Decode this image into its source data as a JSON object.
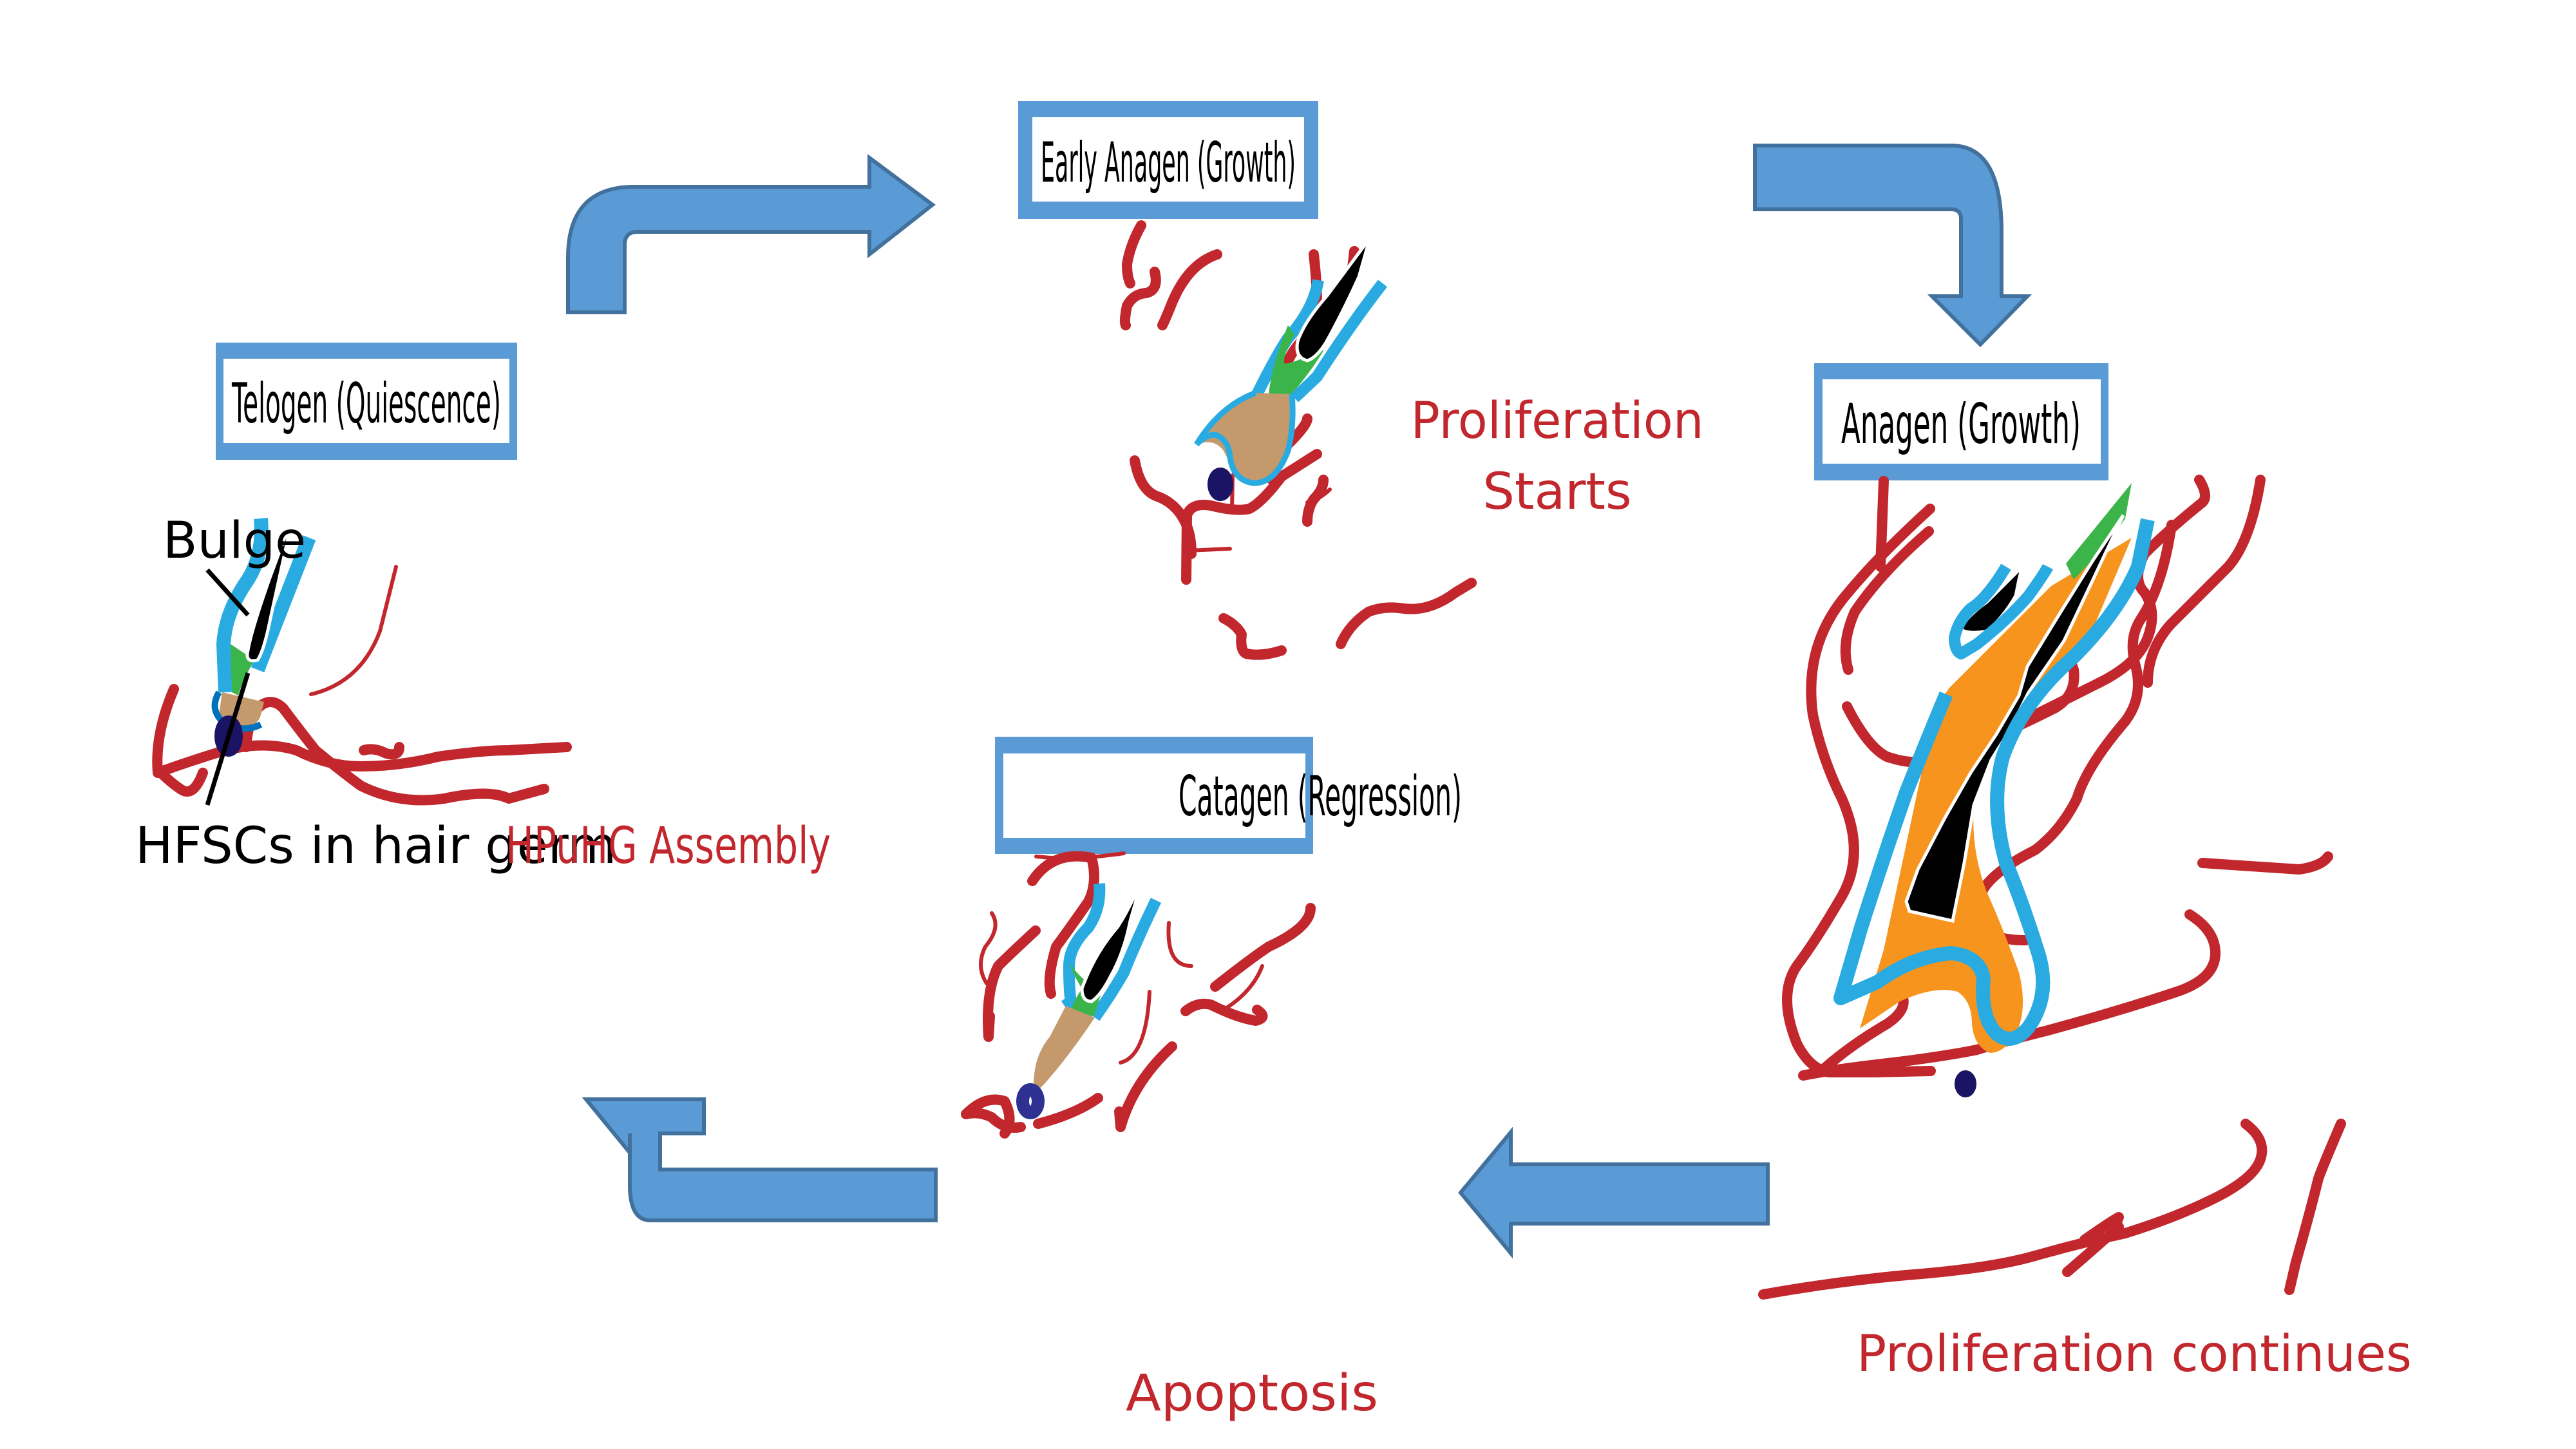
{
  "title": "Hair follicle cycle",
  "stages": {
    "telogen": "Telogen (Quiescence)",
    "early_anagen": "Early Anagen (Growth)",
    "anagen": "Anagen (Growth)",
    "catagen": "Catagen (Regression)"
  },
  "annotations": {
    "bulge": "Bulge",
    "hfscs": "HFSCs in hair germ",
    "hpuhg": "HPuHG Assembly",
    "proliferation_starts_line1": "Proliferation",
    "proliferation_starts_line2": "Starts",
    "proliferation_continues": "Proliferation continues",
    "apoptosis": "Apoptosis"
  },
  "cycle_order": [
    "Telogen (Quiescence)",
    "Early Anagen (Growth)",
    "Anagen (Growth)",
    "Catagen (Regression)"
  ],
  "colors": {
    "box_border": "#5b9bd5",
    "arrow_fill": "#5b9bd5",
    "arrow_stroke": "#41719c",
    "vessels": "#c1272d",
    "outer_root_sheath": "#29abe2",
    "bulge": "#3bb54a",
    "hair_germ": "#c49a6c",
    "matrix": "#f7941d",
    "hair_shaft": "#000000",
    "dermal_papilla": "#1b1464"
  }
}
